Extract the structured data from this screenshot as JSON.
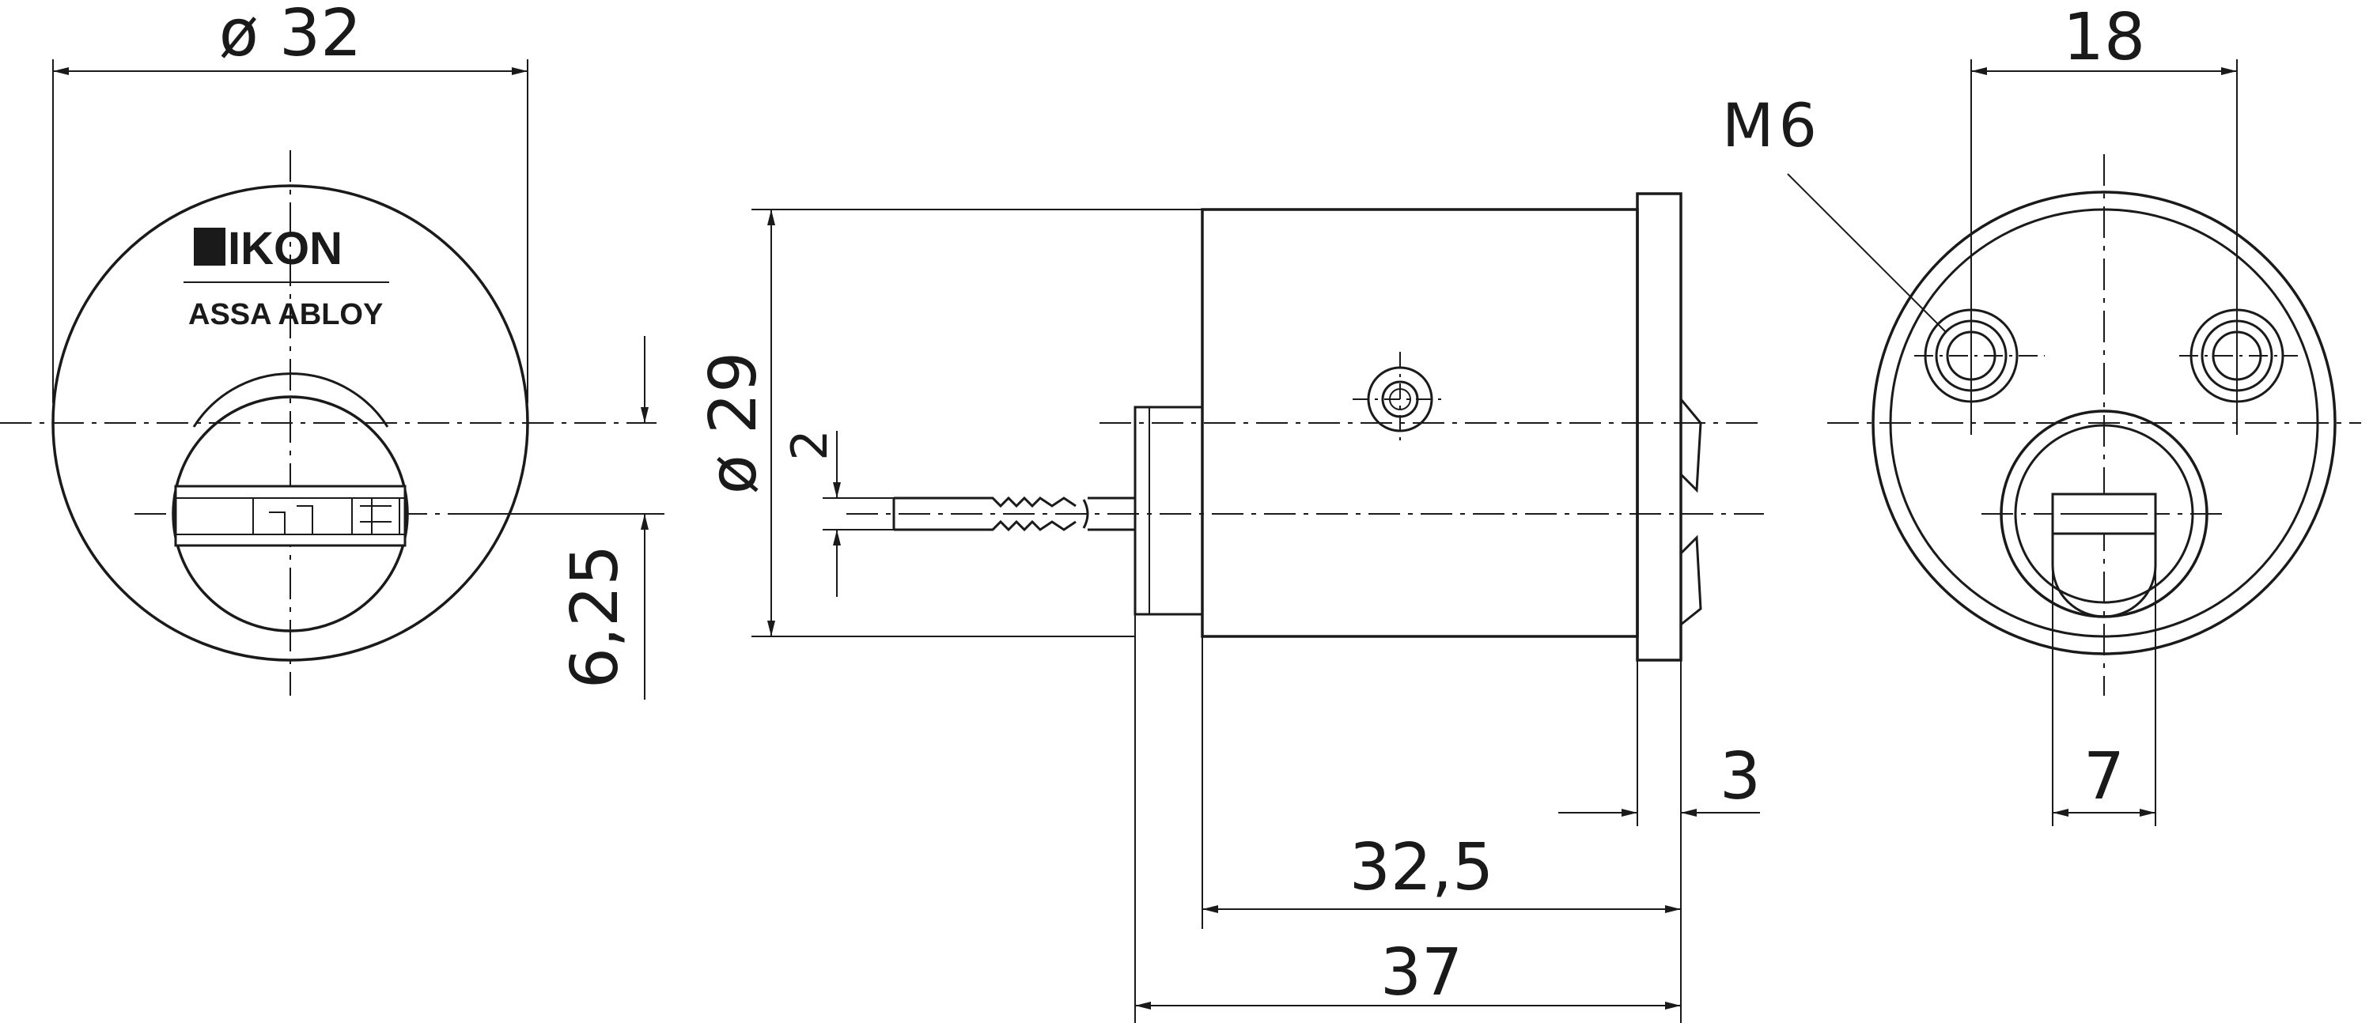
{
  "logo": {
    "brand": "IKON",
    "brand_mark": "Z",
    "subtitle": "ASSA ABLOY"
  },
  "dimensions": {
    "front_diameter": "ø 32",
    "body_diameter": "ø 29",
    "tail_offset": "6,25",
    "tail_thickness": "2",
    "flange_thickness": "3",
    "body_length": "32,5",
    "total_length": "37",
    "screw_spacing": "18",
    "thread_size": "M6",
    "cam_width": "7"
  },
  "icons": {
    "brand_mark": "ikon-logo-icon"
  }
}
